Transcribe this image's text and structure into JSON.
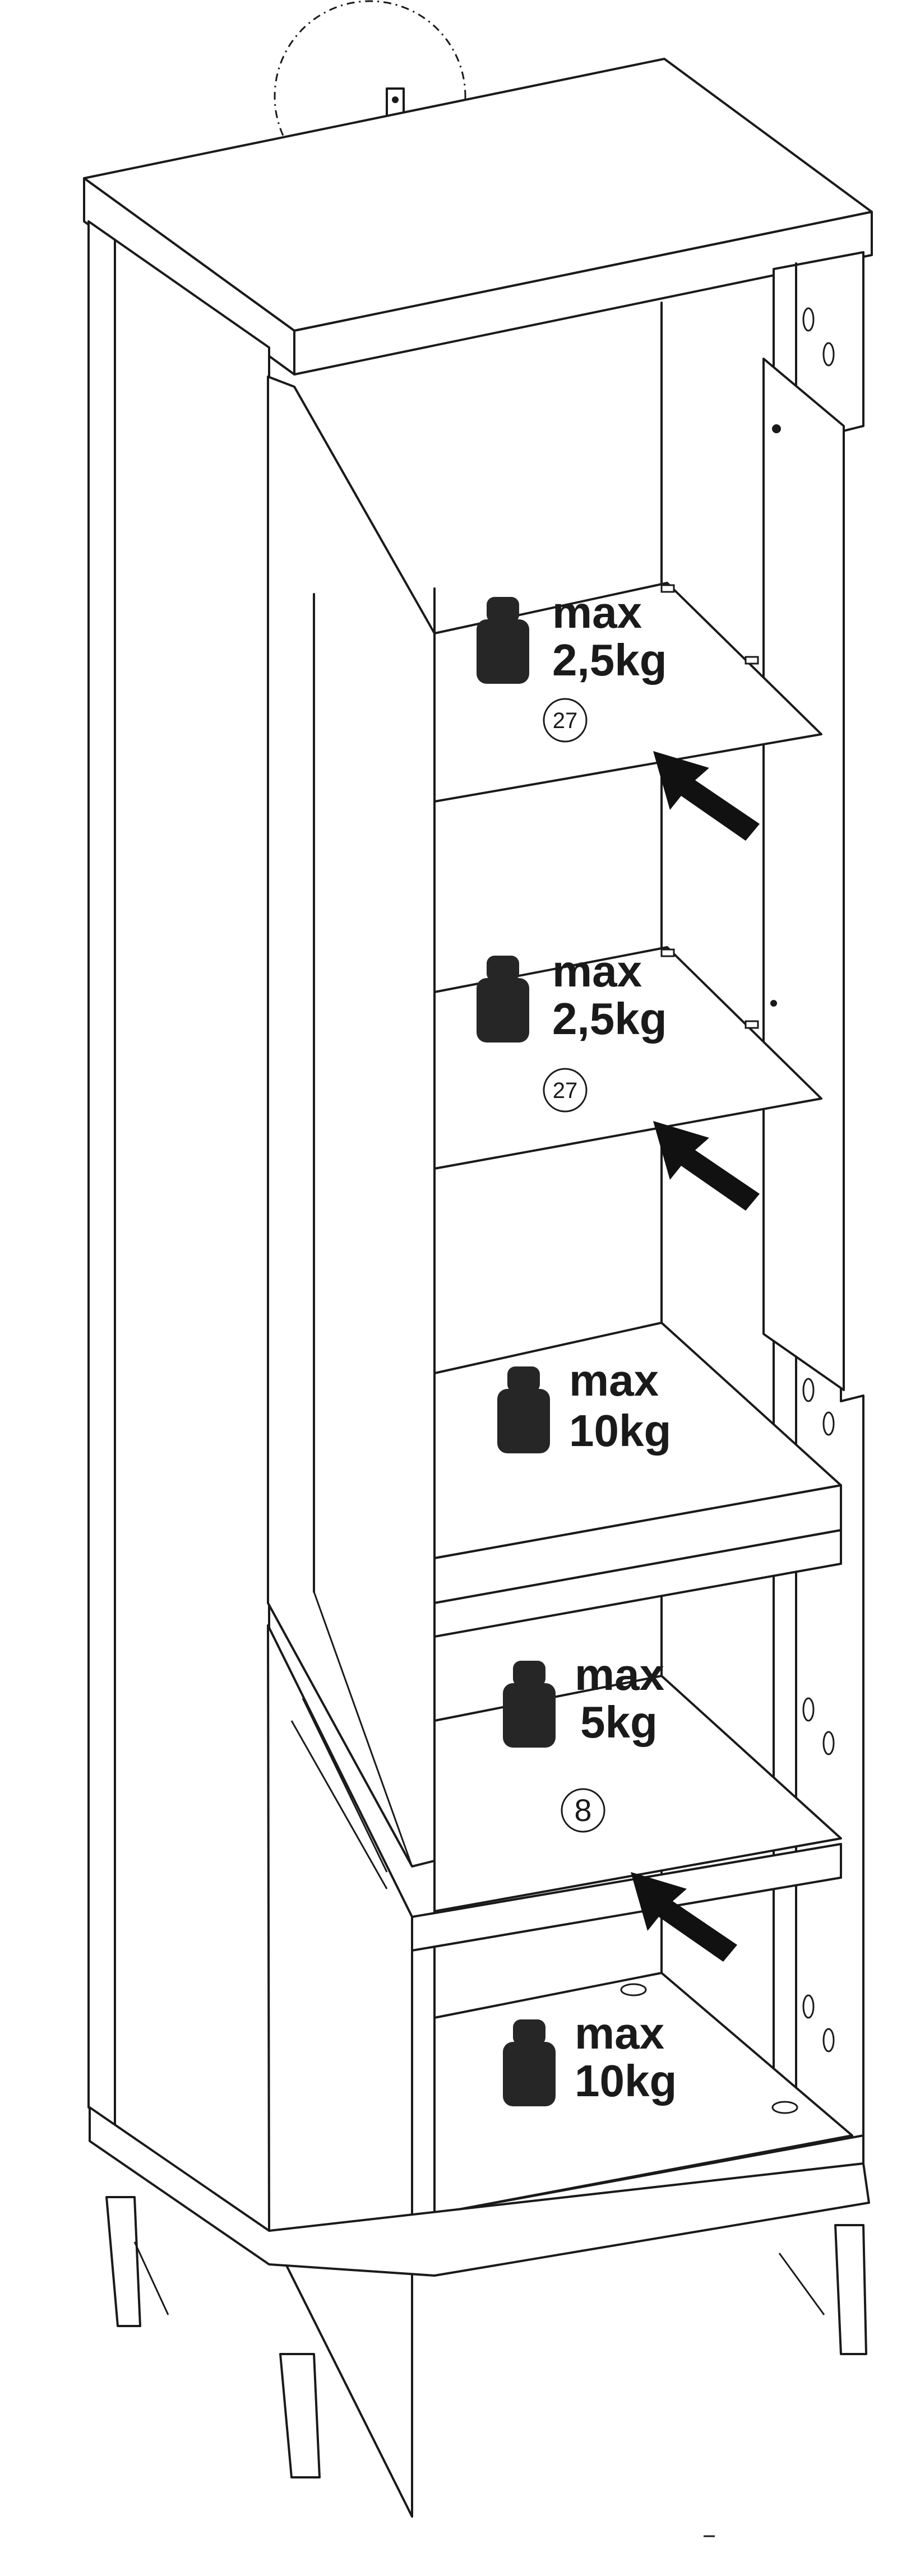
{
  "weight_labels": [
    {
      "line1": "max",
      "line2": "2,5kg"
    },
    {
      "line1": "max",
      "line2": "2,5kg"
    },
    {
      "line1": "max",
      "line2": "10kg"
    },
    {
      "line1": "max",
      "line2": "5kg"
    },
    {
      "line1": "max",
      "line2": "10kg"
    }
  ],
  "part_numbers": [
    "27",
    "27",
    "8"
  ],
  "icons": {
    "weight": "weight-icon",
    "arrow": "insert-arrow-icon",
    "bracket": "wall-bracket-icon"
  },
  "colors": {
    "line": "#1a1a1a",
    "weight_fill": "#262626",
    "background": "#ffffff"
  }
}
